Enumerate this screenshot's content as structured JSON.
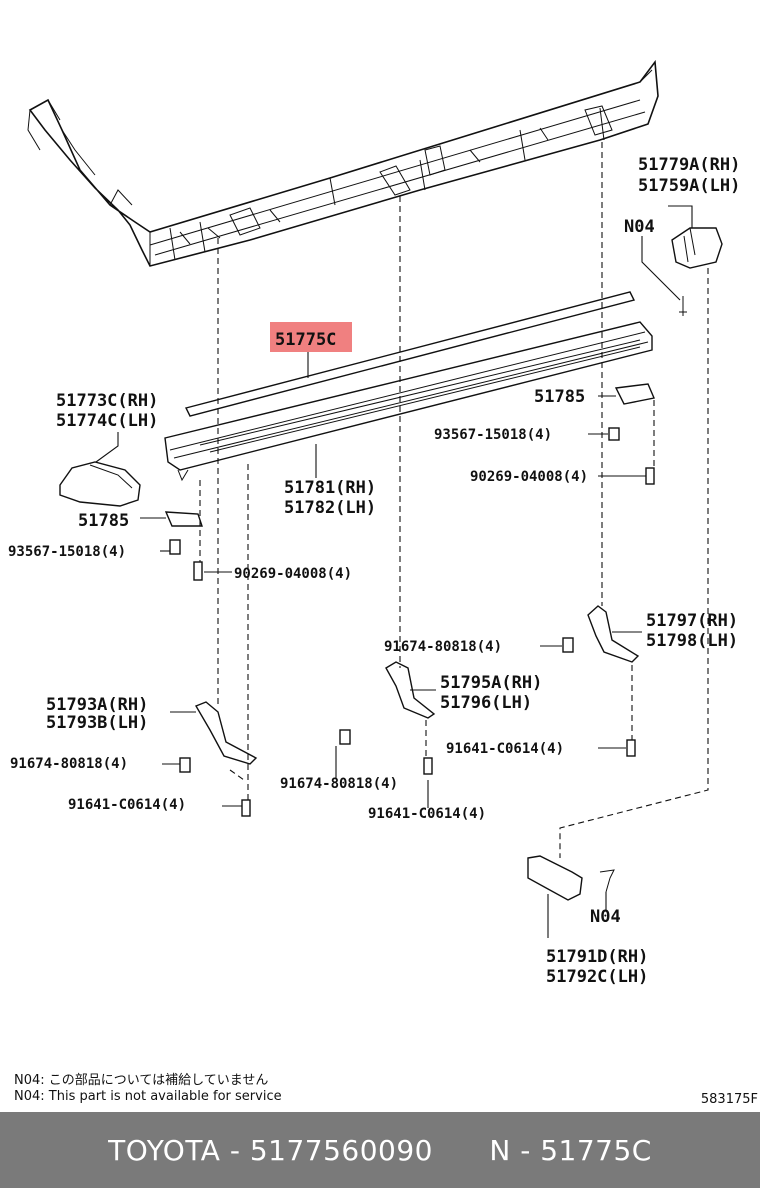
{
  "labels": {
    "l51779a": "51779A(RH)",
    "l51759a": "51759A(LH)",
    "n04_top": "N04",
    "l51775c": "51775C",
    "l51773c": "51773C(RH)",
    "l51774c": "51774C(LH)",
    "l51785_right": "51785",
    "l93567_right": "93567-15018(4)",
    "l90269_right": "90269-04008(4)",
    "l51781": "51781(RH)",
    "l51782": "51782(LH)",
    "l51785_left": "51785",
    "l93567_left": "93567-15018(4)",
    "l90269_left": "90269-04008(4)",
    "l51797": "51797(RH)",
    "l51798": "51798(LH)",
    "l91674_mid": "91674-80818(4)",
    "l51795a": "51795A(RH)",
    "l51796": "51796(LH)",
    "l51793a": "51793A(RH)",
    "l51793b": "51793B(LH)",
    "l91674_left": "91674-80818(4)",
    "l91641_right": "91641-C0614(4)",
    "l91674_bottom": "91674-80818(4)",
    "l91641_left": "91641-C0614(4)",
    "l91641_mid": "91641-C0614(4)",
    "n04_bottom": "N04",
    "l51791d": "51791D(RH)",
    "l51792c": "51792C(LH)"
  },
  "notes": {
    "jp": "N04: この部品については補給していません",
    "en": "N04: This part is not available for service"
  },
  "diagram_code": "583175F",
  "footer": {
    "brand": "TOYOTA",
    "part_number": "5177560090",
    "ref": "51775C",
    "text": "TOYOTA - 5177560090      N - 51775C"
  },
  "colors": {
    "highlight": "#f08080",
    "footer_bg": "#7a7a7a"
  }
}
